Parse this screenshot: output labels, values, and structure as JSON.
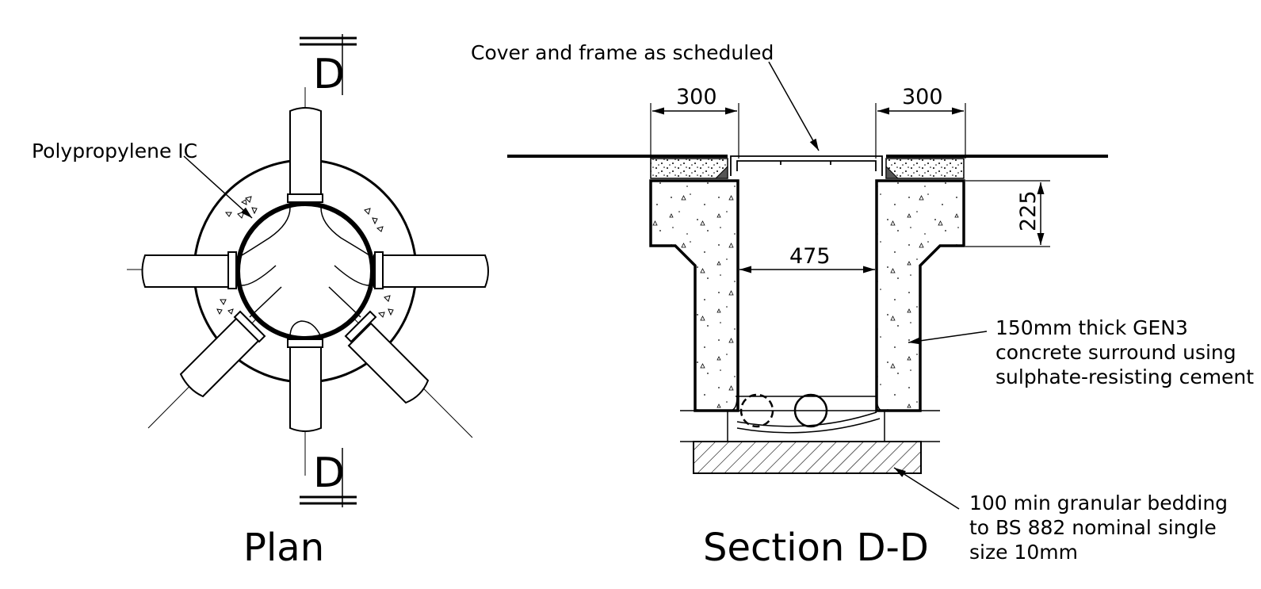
{
  "plan": {
    "title": "Plan",
    "note_chamber": "Polypropylene IC",
    "section_marker_top": "D",
    "section_marker_bottom": "D"
  },
  "section": {
    "title": "Section D-D",
    "note_cover": "Cover and frame as scheduled",
    "dim_left_width": "300",
    "dim_right_width": "300",
    "dim_internal": "475",
    "dim_depth": "225",
    "note_surround": [
      "150mm thick GEN3",
      "concrete surround using",
      "sulphate-resisting cement"
    ],
    "note_bedding": [
      "100 min granular bedding",
      "to BS 882 nominal single",
      "size 10mm"
    ]
  }
}
